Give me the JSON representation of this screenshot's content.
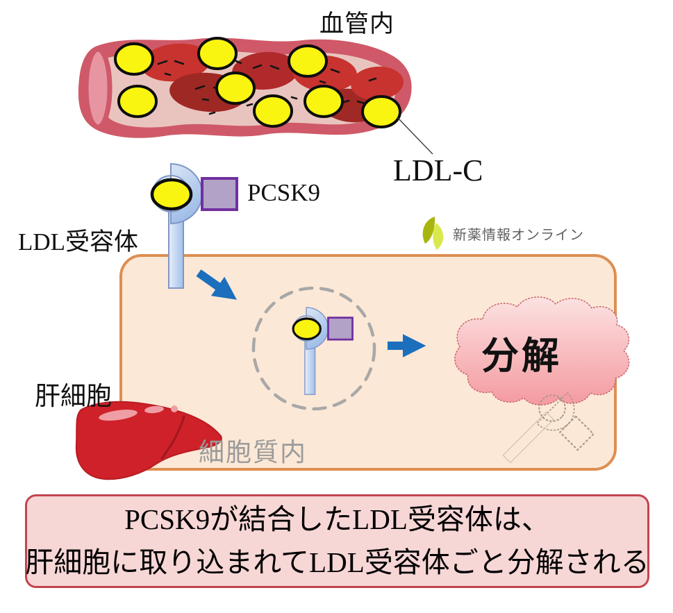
{
  "diagram": {
    "vessel_label": "血管内",
    "ldl_c_label": "LDL-C",
    "pcsk9_label": "PCSK9",
    "ldl_receptor_label": "LDL受容体",
    "hepatocyte_label": "肝細胞",
    "cytoplasm_label": "細胞質内",
    "degradation_label": "分解"
  },
  "logo": {
    "text": "新薬情報オンライン",
    "icon": "leaf-icon",
    "leaf_color_dark": "#a9b50e",
    "leaf_color_light": "#d9e94d",
    "text_color": "#5f5f5f"
  },
  "caption": {
    "line1": "PCSK9が結合したLDL受容体は、",
    "line2": "肝細胞に取り込まれてLDL受容体ごと分解される",
    "background": "#f7d6d6",
    "border_color": "#c1454e"
  },
  "colors": {
    "ldl_particle_yellow": "#f9f511",
    "pcsk9_fill": "#b3a2c7",
    "pcsk9_border": "#7030a0",
    "receptor_blue_light": "#e4edf9",
    "receptor_blue_dark": "#9dbce6",
    "cell_fill": "#fce8d6",
    "cell_border": "#dd8f52",
    "arrow_blue": "#1b6fbd",
    "cloud_pink_light": "#fcdcdc",
    "cloud_pink_dark": "#f49aa0",
    "vessel_wall": "#cf5968",
    "vessel_lumen": "#e9c4bf",
    "red_blood_cell": "#c8332f",
    "liver_red": "#cf2129",
    "endosome_dash_gray": "#a8a8a8"
  }
}
